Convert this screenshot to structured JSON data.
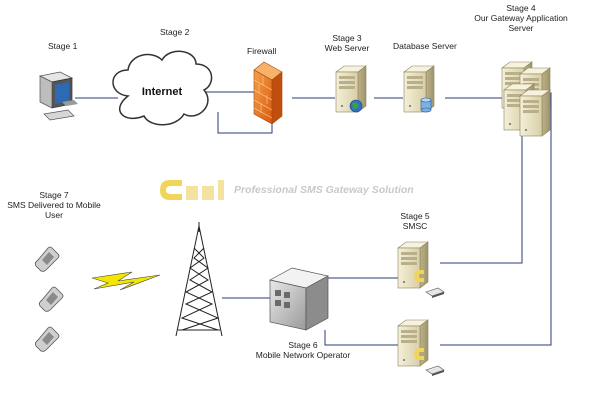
{
  "stages": {
    "stage1": {
      "title": "Stage 1"
    },
    "stage2": {
      "title": "Stage 2",
      "cloud_text": "Internet"
    },
    "firewall": {
      "label": "Firewall"
    },
    "stage3": {
      "title": "Stage 3",
      "subtitle": "Web Server"
    },
    "database": {
      "label": "Database Server"
    },
    "stage4": {
      "title": "Stage 4",
      "line2": "Our Gateway Application",
      "line3": "Server"
    },
    "stage5": {
      "title": "Stage 5",
      "subtitle": "SMSC"
    },
    "stage6": {
      "title": "Stage 6",
      "subtitle": "Mobile Network Operator"
    },
    "stage7": {
      "title": "Stage 7",
      "line2": "SMS Delivered to Mobile",
      "line3": "User"
    }
  },
  "watermark": {
    "text": "Professional SMS Gateway Solution"
  },
  "colors": {
    "server_body": "#e9e2c6",
    "server_side": "#c9bf98",
    "firewall": "#e8731f",
    "lightning": "#f3e600",
    "line": "#2a3d7a",
    "watermark_logo": "#f1d55a"
  }
}
